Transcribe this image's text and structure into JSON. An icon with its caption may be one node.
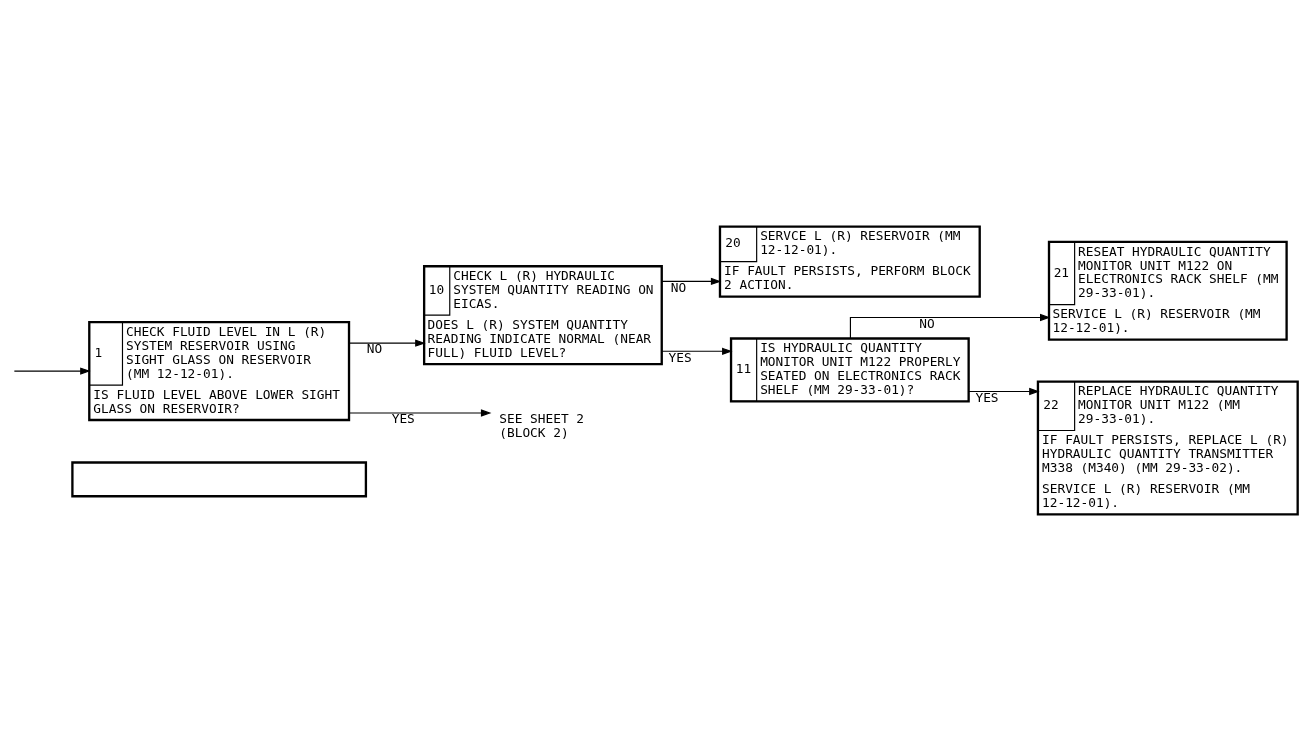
{
  "diagram": {
    "nodes": [
      {
        "text": [],
        "shape": "box"
      },
      {
        "text": [
          "1",
          "CHECK FLUID LEVEL IN L (R) SYSTEM RESERVOIR USING SIGHT GLASS ON RESERVOIR (MM 12-12-01).",
          "IS FLUID LEVEL ABOVE LOWER SIGHT GLASS ON RESERVOIR?"
        ]
      },
      {
        "text": [
          "10",
          "CHECK L (R) HYDRAULIC SYSTEM QUANTITY READING ON EICAS.",
          "DOES L (R) SYSTEM QUANTITY READING INDICATE NORMAL (NEAR FULL) FLUID LEVEL?"
        ]
      },
      {
        "text": [
          "20",
          "SERVCE L (R) RESERVOIR (MM 12-12-01).",
          "IF FAULT PERSISTS, PERFORM BLOCK 2 ACTION."
        ]
      },
      {
        "text": [
          "11",
          "IS HYDRAULIC QUANTITY MONITOR UNIT M122 PROPERLY SEATED ON ELECTRONICS RACK SHELF (MM 29-33-01)?"
        ]
      },
      {
        "text": [
          "21",
          "RESEAT HYDRAULIC QUANTITY MONITOR UNIT M122 ON ELECTRONICS RACK SHELF (MM 29-33-01).",
          "SERVICE L (R) RESERVOIR (MM 12-12-01)."
        ]
      },
      {
        "text": [
          "22",
          "REPLACE HYDRAULIC QUANTITY MONITOR UNIT M122 (MM 29-33-01).",
          "IF FAULT PERSISTS, REPLACE L (R) HYDRAULIC QUANTITY TRANSMITTER M338 (M340) (MM 29-33-02).",
          "SERVICE L (R) RESERVOIR (MM 12-12-01)."
        ]
      },
      {
        "text": [
          "SEE SHEET 2 (BLOCK 2)"
        ]
      }
    ],
    "edges": [
      {
        "from": null,
        "to": 1,
        "arrow": "to"
      },
      {
        "from": 1,
        "to": 2,
        "arrow": "to",
        "label": "NO"
      },
      {
        "from": 2,
        "to": 3,
        "arrow": "to",
        "label": "NO"
      },
      {
        "from": 1,
        "to": 7,
        "arrow": "to",
        "label": "YES"
      },
      {
        "from": 2,
        "to": 4,
        "arrow": "to",
        "label": "YES"
      },
      {
        "from": 4,
        "to": 5,
        "arrow": "to",
        "label": "NO"
      },
      {
        "from": 4,
        "to": 6,
        "arrow": "to",
        "label": "YES"
      }
    ]
  }
}
